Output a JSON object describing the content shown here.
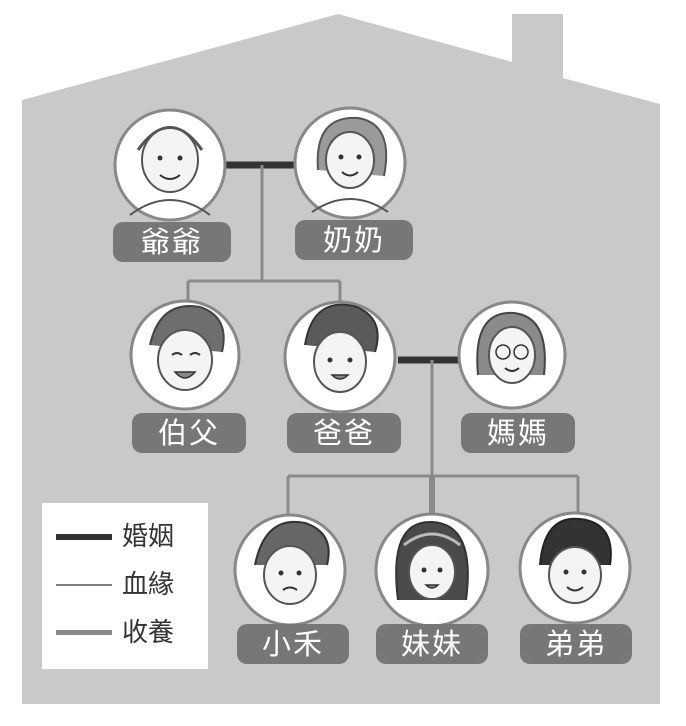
{
  "colors": {
    "house": "#c9c9c9",
    "marriage": "#333333",
    "blood": "#7f7f7f",
    "adoption": "#8a8a8a",
    "label_bg": "#777777"
  },
  "members": {
    "grandpa": {
      "label": "爺爺"
    },
    "grandma": {
      "label": "奶奶"
    },
    "uncle": {
      "label": "伯父"
    },
    "dad": {
      "label": "爸爸"
    },
    "mom": {
      "label": "媽媽"
    },
    "xiaohe": {
      "label": "小禾"
    },
    "sister": {
      "label": "妹妹"
    },
    "brother": {
      "label": "弟弟"
    }
  },
  "legend": {
    "marriage": "婚姻",
    "blood": "血緣",
    "adoption": "收養"
  }
}
